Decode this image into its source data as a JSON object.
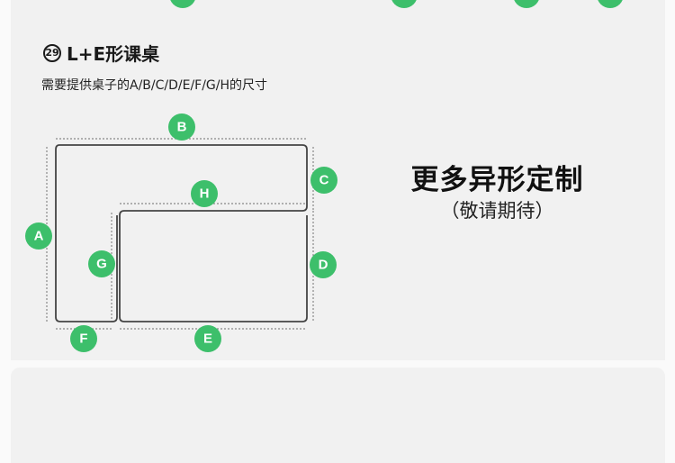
{
  "section": {
    "number": "29",
    "title": "L+E形课桌",
    "subtitle": "需要提供桌子的A/B/C/D/E/F/G/H的尺寸"
  },
  "diagram": {
    "labels": [
      "A",
      "B",
      "C",
      "D",
      "E",
      "F",
      "G",
      "H"
    ]
  },
  "custom": {
    "heading": "更多异形定制",
    "note": "（敬请期待）"
  },
  "colors": {
    "accent": "#3dbf6b",
    "panel": "#f1f1f1"
  }
}
